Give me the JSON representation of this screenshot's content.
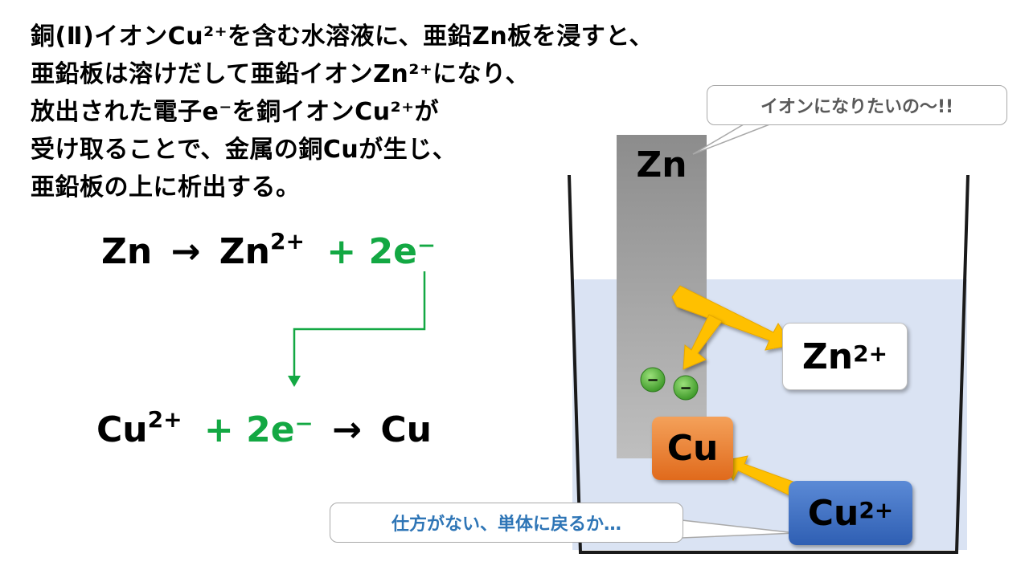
{
  "explanation": [
    "銅(Ⅱ)イオンCu²⁺を含む水溶液に、亜鉛Zn板を浸すと、",
    "亜鉛板は溶けだして亜鉛イオンZn²⁺になり、",
    "放出された電子e⁻を銅イオンCu²⁺が",
    "受け取ることで、金属の銅Cuが生じ、",
    "亜鉛板の上に析出する。"
  ],
  "eq1": {
    "reactant": "Zn",
    "arrow": "→",
    "product_base": "Zn",
    "product_charge": "2+",
    "electrons": "+ 2e⁻"
  },
  "eq2": {
    "reactant_base": "Cu",
    "reactant_charge": "2+",
    "electrons": "+ 2e⁻",
    "arrow": "→",
    "product": "Cu"
  },
  "diagram": {
    "zn_plate_label": "Zn",
    "zn_ion_label": "Zn",
    "zn_ion_charge": "2+",
    "cu_metal_label": "Cu",
    "cu_ion_label": "Cu",
    "cu_ion_charge": "2+",
    "electron_symbol": "−"
  },
  "bubbles": {
    "zinc_says": "イオンになりたいの～!!",
    "copper_says": "仕方がない、単体に戻るか…"
  },
  "colors": {
    "electron_green": "#13a843",
    "solution": "#dae3f3",
    "plate_gray": "#a6a6a6",
    "cu_metal_orange": "#ed7d31",
    "cu_ion_blue": "#4472c4",
    "arrow_gold": "#ffc000",
    "bubble_text_gray": "#595959",
    "bubble_text_blue": "#2e75b6"
  }
}
